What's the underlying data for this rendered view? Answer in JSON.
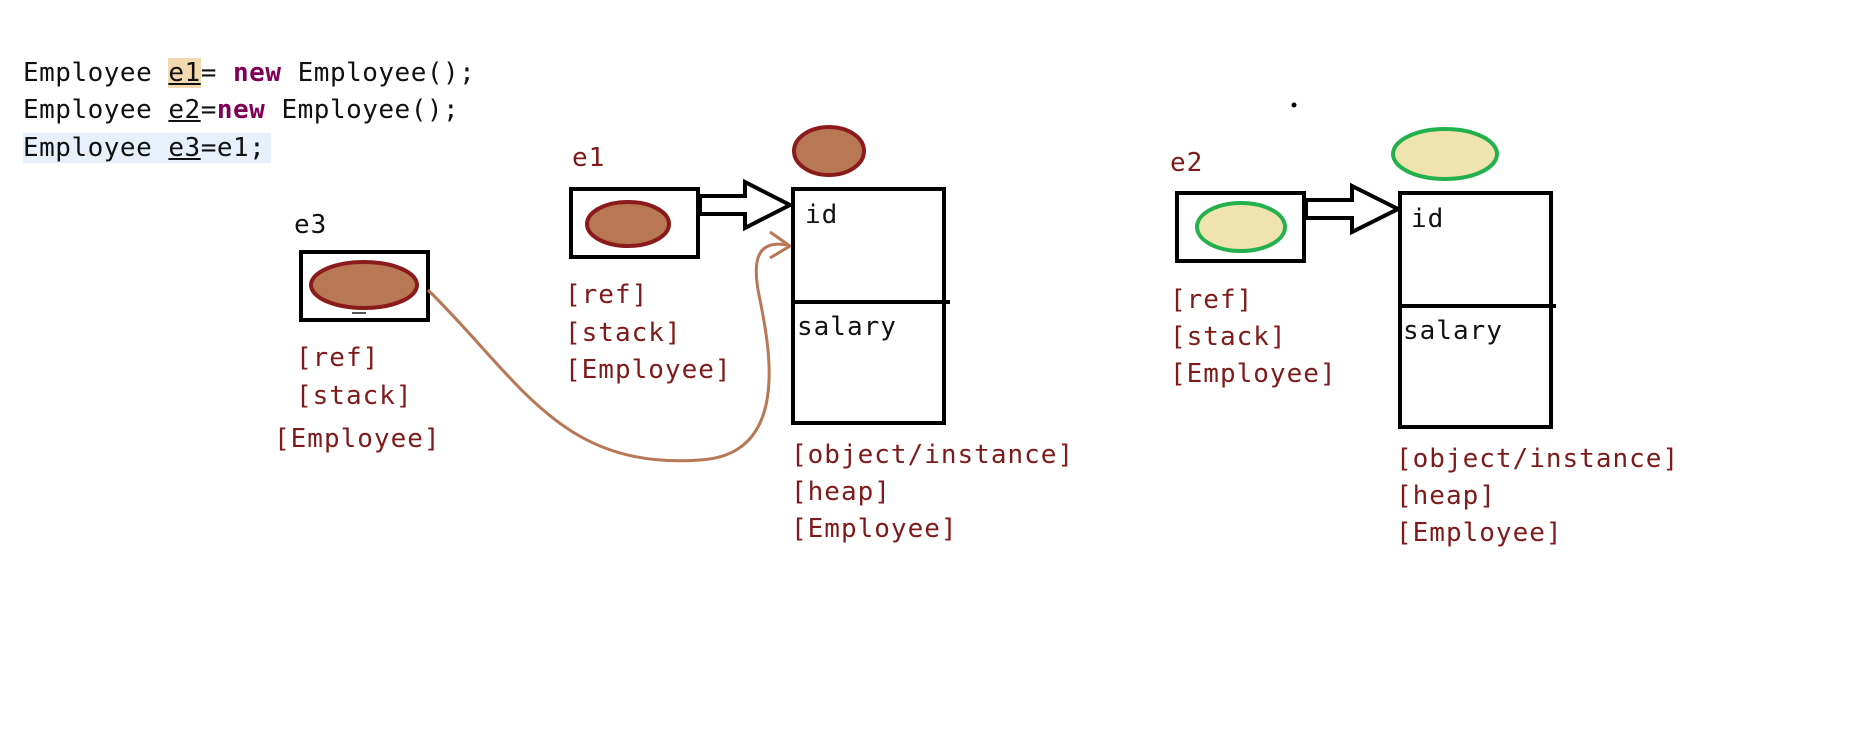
{
  "code": {
    "line1": {
      "type": "Employee ",
      "var": "e1",
      "op": "= ",
      "kw": "new",
      "rest": " Employee();"
    },
    "line2": {
      "type": "Employee ",
      "var": "e2",
      "op": "=",
      "kw": "new",
      "rest": " Employee();"
    },
    "line3": {
      "type": "Employee ",
      "var": "e3",
      "rest": "=e1;"
    }
  },
  "references": {
    "e3": {
      "name": "e3",
      "labels": [
        "[ref]",
        "[stack]",
        "[Employee]"
      ]
    },
    "e1": {
      "name": "e1",
      "labels": [
        "[ref]",
        "[stack]",
        "[Employee]"
      ]
    },
    "e2": {
      "name": "e2",
      "labels": [
        "[ref]",
        "[stack]",
        "[Employee]"
      ]
    }
  },
  "objects": {
    "obj1": {
      "field1": "id",
      "field2": "salary",
      "labels": [
        "[object/instance]",
        "[heap]",
        "[Employee]"
      ]
    },
    "obj2": {
      "field1": "id",
      "field2": "salary",
      "labels": [
        "[object/instance]",
        "[heap]",
        "[Employee]"
      ]
    }
  },
  "colors": {
    "brown_fill": "#b87755",
    "brown_stroke": "#8b1a1a",
    "cream_fill": "#efe4b0",
    "green_stroke": "#22b14c",
    "curve": "#b87755",
    "label_red": "#7f1a1a",
    "keyword": "#7f0055",
    "highlight": "#f3d9b0",
    "selection": "#e8f0fb"
  }
}
